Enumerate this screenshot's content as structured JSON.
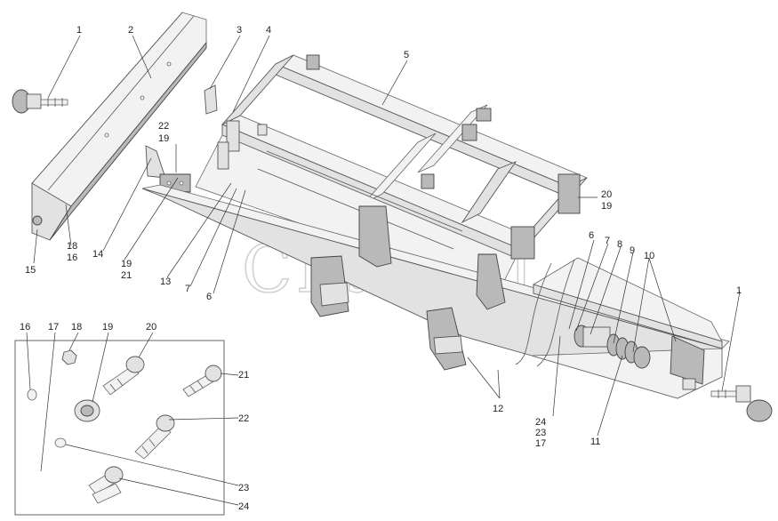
{
  "watermark": "СЕЛИМ",
  "callouts": [
    {
      "id": "c1a",
      "text": "1"
    },
    {
      "id": "c2",
      "text": "2"
    },
    {
      "id": "c3",
      "text": "3"
    },
    {
      "id": "c4",
      "text": "4"
    },
    {
      "id": "c5",
      "text": "5"
    },
    {
      "id": "c22a",
      "text": "22"
    },
    {
      "id": "c19a",
      "text": "19"
    },
    {
      "id": "c20a",
      "text": "20"
    },
    {
      "id": "c19b",
      "text": "19"
    },
    {
      "id": "c6a",
      "text": "6"
    },
    {
      "id": "c7a",
      "text": "7"
    },
    {
      "id": "c8",
      "text": "8"
    },
    {
      "id": "c9",
      "text": "9"
    },
    {
      "id": "c10",
      "text": "10"
    },
    {
      "id": "c18a",
      "text": "18"
    },
    {
      "id": "c16a",
      "text": "16"
    },
    {
      "id": "c14",
      "text": "14"
    },
    {
      "id": "c19c",
      "text": "19"
    },
    {
      "id": "c21a",
      "text": "21"
    },
    {
      "id": "c15",
      "text": "15"
    },
    {
      "id": "c13",
      "text": "13"
    },
    {
      "id": "c7b",
      "text": "7"
    },
    {
      "id": "c6b",
      "text": "6"
    },
    {
      "id": "c1b",
      "text": "1"
    },
    {
      "id": "c12",
      "text": "12"
    },
    {
      "id": "c24a",
      "text": "24"
    },
    {
      "id": "c23a",
      "text": "23"
    },
    {
      "id": "c17a",
      "text": "17"
    },
    {
      "id": "c11",
      "text": "11"
    }
  ],
  "inset_callouts": [
    {
      "id": "i16",
      "text": "16"
    },
    {
      "id": "i17",
      "text": "17"
    },
    {
      "id": "i18",
      "text": "18"
    },
    {
      "id": "i19",
      "text": "19"
    },
    {
      "id": "i20",
      "text": "20"
    },
    {
      "id": "i21",
      "text": "21"
    },
    {
      "id": "i22",
      "text": "22"
    },
    {
      "id": "i23",
      "text": "23"
    },
    {
      "id": "i24",
      "text": "24"
    }
  ]
}
